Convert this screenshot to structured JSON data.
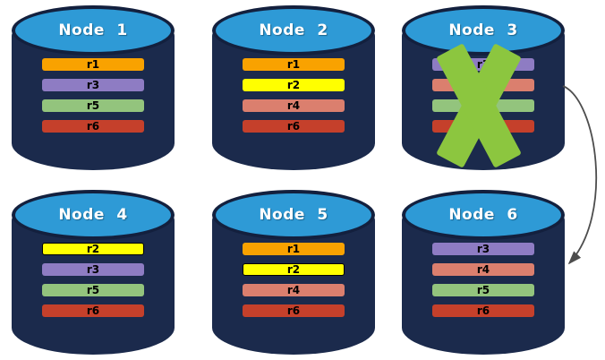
{
  "diagram": {
    "type": "database-replication-failover",
    "palette": {
      "cylinder_body": "#1B2A4C",
      "cylinder_border": "#13203E",
      "cylinder_top": "#2E9AD6",
      "title_text": "#FFFFFF",
      "row_text": "#000000",
      "fail_x": "#8CC63F",
      "arrow": "#4D4D4D",
      "rows": {
        "r1": "#F9A200",
        "r2": "#FFFF00",
        "r3": "#8E7CC3",
        "r4": "#DB7F6E",
        "r5": "#93C47D",
        "r6": "#C5402B"
      }
    },
    "nodes": [
      {
        "title": "Node 1",
        "failed": false,
        "rows": [
          {
            "label": "r1"
          },
          {
            "label": "r3"
          },
          {
            "label": "r5"
          },
          {
            "label": "r6"
          }
        ]
      },
      {
        "title": "Node 2",
        "failed": false,
        "rows": [
          {
            "label": "r1"
          },
          {
            "label": "r2"
          },
          {
            "label": "r4"
          },
          {
            "label": "r6"
          }
        ]
      },
      {
        "title": "Node 3",
        "failed": true,
        "rows": [
          {
            "label": "r3"
          },
          {
            "label": "r4"
          },
          {
            "label": "r5"
          },
          {
            "label": "r6"
          }
        ]
      },
      {
        "title": "Node 4",
        "failed": false,
        "rows": [
          {
            "label": "r2",
            "outlined": true
          },
          {
            "label": "r3"
          },
          {
            "label": "r5"
          },
          {
            "label": "r6"
          }
        ]
      },
      {
        "title": "Node 5",
        "failed": false,
        "rows": [
          {
            "label": "r1"
          },
          {
            "label": "r2",
            "outlined": true
          },
          {
            "label": "r4"
          },
          {
            "label": "r6"
          }
        ]
      },
      {
        "title": "Node 6",
        "failed": false,
        "rows": [
          {
            "label": "r3"
          },
          {
            "label": "r4"
          },
          {
            "label": "r5"
          },
          {
            "label": "r6"
          }
        ]
      }
    ],
    "arrow": {
      "from": "Node 3",
      "to": "Node 6"
    }
  }
}
